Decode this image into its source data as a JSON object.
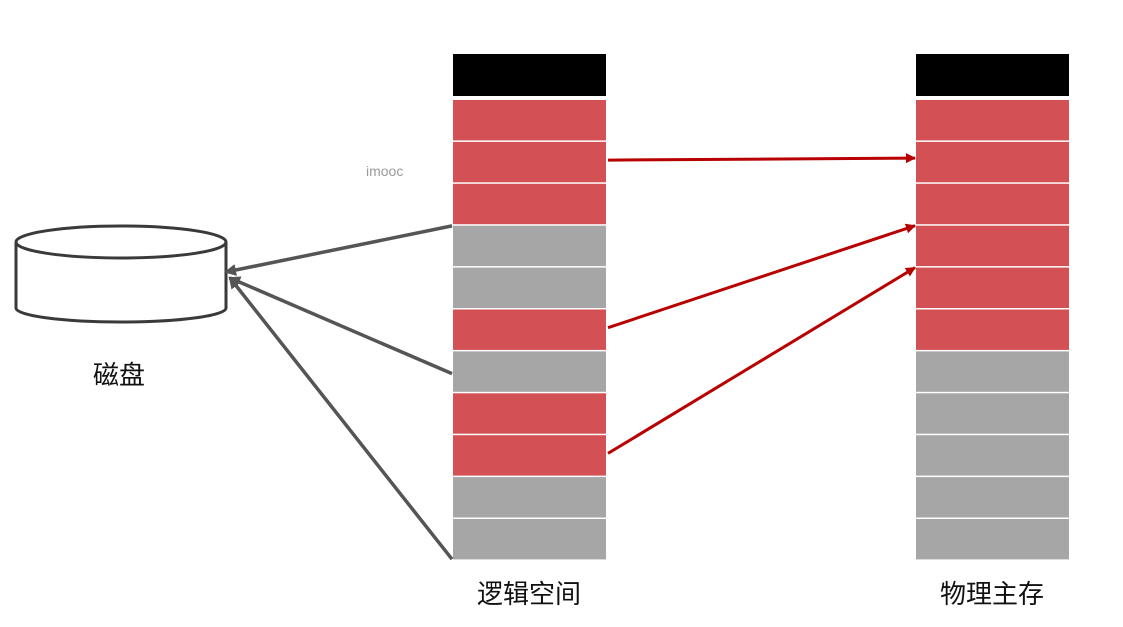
{
  "watermark": "imooc",
  "disk": {
    "label": "磁盘"
  },
  "logical_space": {
    "label": "逻辑空间",
    "blocks": [
      "header",
      "red",
      "red",
      "red",
      "gray",
      "gray",
      "red",
      "gray",
      "red",
      "red",
      "gray",
      "gray"
    ]
  },
  "physical_memory": {
    "label": "物理主存",
    "blocks": [
      "header",
      "red",
      "red",
      "red",
      "red",
      "red",
      "red",
      "gray",
      "gray",
      "gray",
      "gray",
      "gray"
    ]
  },
  "arrows": {
    "logical_to_physical": [
      {
        "from": 2,
        "to": 2
      },
      {
        "from": 6,
        "to": 4
      },
      {
        "from": 9,
        "to": 5
      }
    ],
    "logical_to_disk": [
      4,
      7,
      11
    ]
  },
  "colors": {
    "header": "#000000",
    "red": "#d35155",
    "gray": "#a6a6a6",
    "red_arrow": "#b80000",
    "gray_arrow": "#555555"
  }
}
